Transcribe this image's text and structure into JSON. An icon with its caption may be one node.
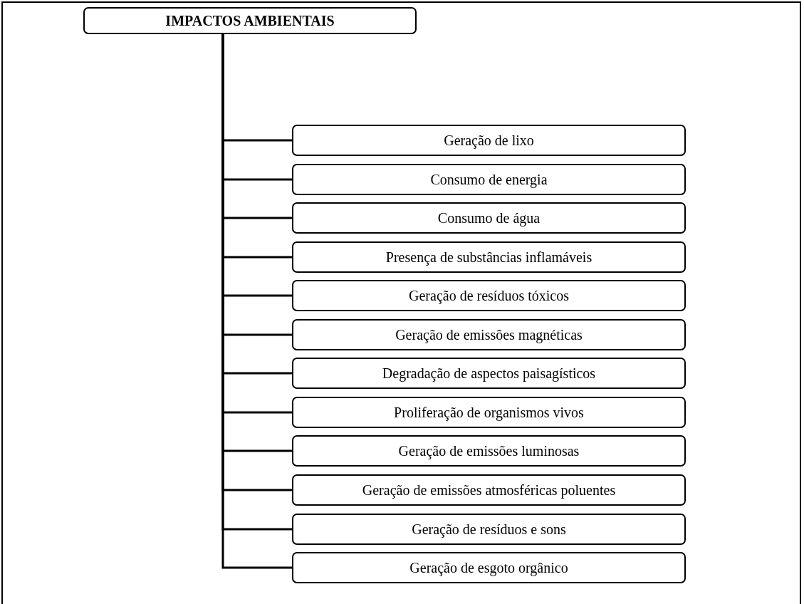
{
  "diagram": {
    "nodes": [
      {
        "text": [
          "IMPACTOS AMBIENTAIS"
        ]
      },
      {
        "text": [
          "Geração de lixo"
        ]
      },
      {
        "text": [
          "Consumo de energia"
        ]
      },
      {
        "text": [
          "Consumo de água"
        ]
      },
      {
        "text": [
          "Presença de substâncias inflamáveis"
        ]
      },
      {
        "text": [
          "Geração de resíduos tóxicos"
        ]
      },
      {
        "text": [
          "Geração de emissões magnéticas"
        ]
      },
      {
        "text": [
          "Degradação de aspectos paisagísticos"
        ]
      },
      {
        "text": [
          "Proliferação de organismos vivos"
        ]
      },
      {
        "text": [
          "Geração de emissões luminosas"
        ]
      },
      {
        "text": [
          "Geração de emissões atmosféricas poluentes"
        ]
      },
      {
        "text": [
          "Geração de resíduos e sons"
        ]
      },
      {
        "text": [
          "Geração de esgoto orgânico"
        ]
      }
    ],
    "edges": [
      {
        "from": 0,
        "to": 1,
        "arrow": "none"
      },
      {
        "from": 0,
        "to": 2,
        "arrow": "none"
      },
      {
        "from": 0,
        "to": 3,
        "arrow": "none"
      },
      {
        "from": 0,
        "to": 4,
        "arrow": "none"
      },
      {
        "from": 0,
        "to": 5,
        "arrow": "none"
      },
      {
        "from": 0,
        "to": 6,
        "arrow": "none"
      },
      {
        "from": 0,
        "to": 7,
        "arrow": "none"
      },
      {
        "from": 0,
        "to": 8,
        "arrow": "none"
      },
      {
        "from": 0,
        "to": 9,
        "arrow": "none"
      },
      {
        "from": 0,
        "to": 10,
        "arrow": "none"
      },
      {
        "from": 0,
        "to": 11,
        "arrow": "none"
      },
      {
        "from": 0,
        "to": 12,
        "arrow": "none"
      }
    ]
  }
}
